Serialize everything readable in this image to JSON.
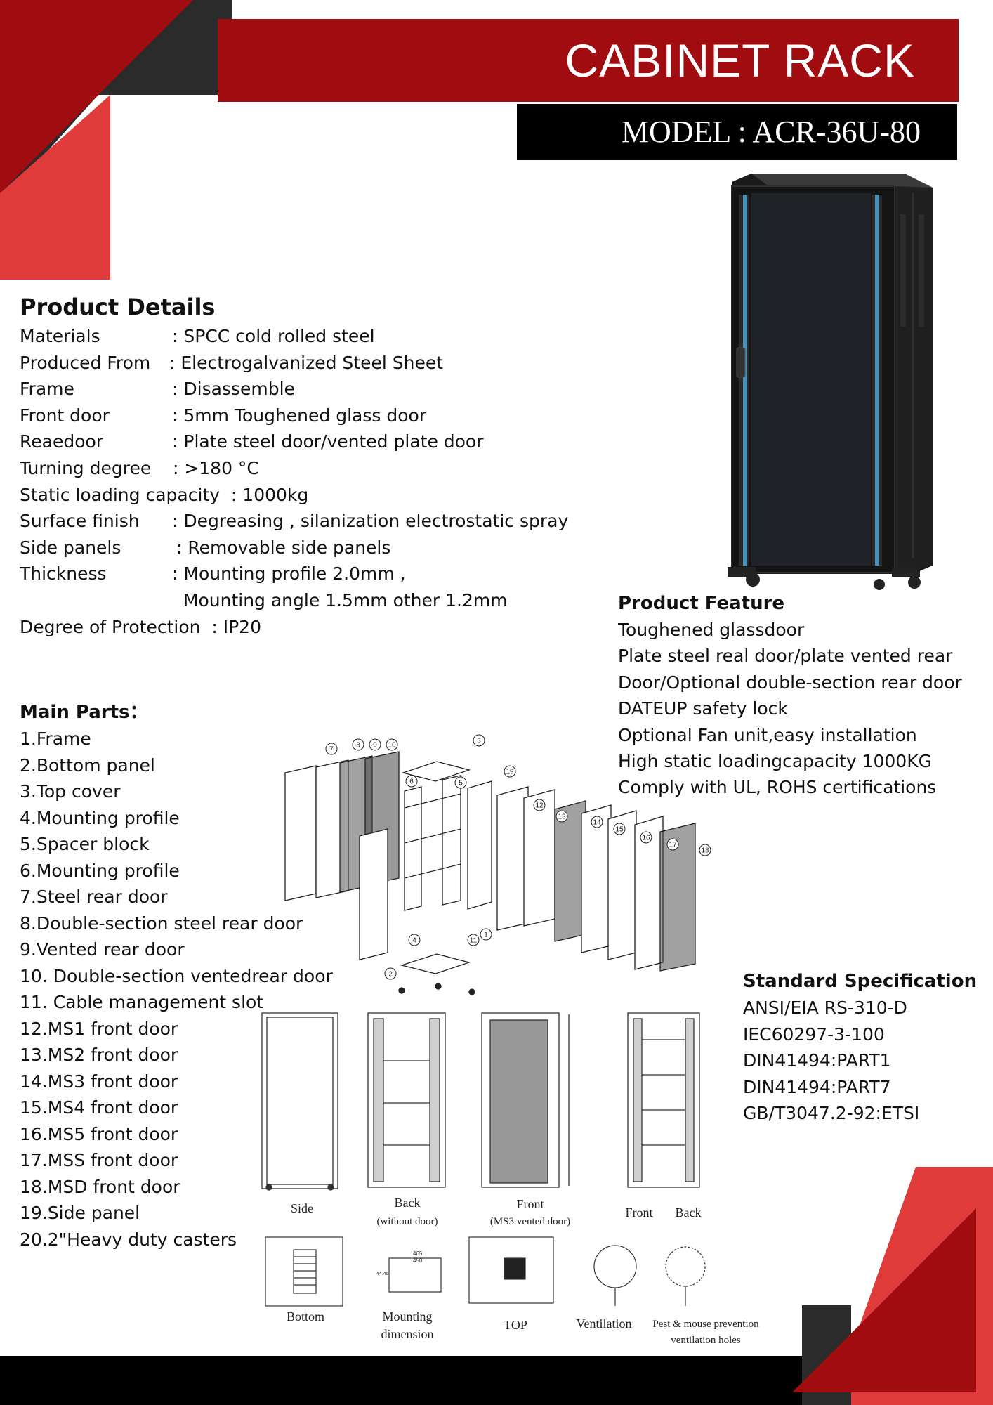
{
  "header": {
    "title": "CABINET RACK",
    "model": "MODEL : ACR-36U-80"
  },
  "colors": {
    "brand_dark_red": "#a00c10",
    "brand_red": "#e03a3a",
    "charcoal": "#2b2b2b",
    "black": "#000000"
  },
  "details": {
    "heading": "Product Details",
    "rows": [
      {
        "label": "Materials",
        "value": ": SPCC cold rolled steel"
      },
      {
        "label": "Produced From ",
        "value": ": Electrogalvanized Steel Sheet"
      },
      {
        "label": "Frame",
        "value": ": Disassemble"
      },
      {
        "label": "Front door",
        "value": ": 5mm Toughened glass door"
      },
      {
        "label": "Reaedoor",
        "value": ": Plate steel door/vented plate door"
      },
      {
        "label": "Turning degree ",
        "value": " : >180 °C"
      },
      {
        "label": "Static loading capacity ",
        "value": " : 1000kg"
      },
      {
        "label": "Surface finish",
        "value": ": Degreasing , silanization electrostatic spray"
      },
      {
        "label": "Side panels",
        "value": " : Removable side panels"
      },
      {
        "label": "Thickness",
        "value": ": Mounting profile 2.0mm ,"
      },
      {
        "label": "",
        "value": "  Mounting angle 1.5mm other 1.2mm"
      },
      {
        "label": "Degree of Protection ",
        "value": " : IP20"
      }
    ]
  },
  "feature": {
    "heading": "Product Feature",
    "items": [
      "Toughened glassdoor",
      "Plate steel real door/plate vented rear",
      "Door/Optional double-section rear door",
      "DATEUP safety lock",
      "Optional Fan unit,easy installation",
      "High static loadingcapacity 1000KG",
      "Comply with UL, ROHS certifications"
    ]
  },
  "parts": {
    "heading": "Main Parts：",
    "items": [
      "1.Frame",
      "2.Bottom panel",
      "3.Top cover",
      "4.Mounting profile",
      "5.Spacer block",
      "6.Mounting profile",
      "7.Steel rear door",
      "8.Double-section steel rear door",
      "9.Vented rear door",
      "10. Double-section ventedrear door",
      "11. Cable management slot",
      "12.MS1 front door",
      "13.MS2 front door",
      "14.MS3 front door",
      "15.MS4 front door",
      "16.MS5 front door",
      "17.MSS front door",
      "18.MSD front door",
      "19.Side panel",
      "20.2\"Heavy duty casters"
    ]
  },
  "spec": {
    "heading": "Standard Specification",
    "items": [
      "ANSI/EIA RS-310-D",
      "IEC60297-3-100",
      "DIN41494:PART1",
      "DIN41494:PART7",
      "GB/T3047.2-92:ETSI"
    ]
  },
  "diagram": {
    "callouts": [
      "1",
      "2",
      "3",
      "4",
      "5",
      "6",
      "7",
      "8",
      "9",
      "10",
      "11",
      "12",
      "13",
      "14",
      "15",
      "16",
      "17",
      "18",
      "19"
    ],
    "views": {
      "side": "Side",
      "back": "Back",
      "back_note": "(without door)",
      "front": "Front",
      "front_note": "(MS3 vented door)",
      "front2": "Front",
      "back2": "Back"
    },
    "bottom_row": {
      "bottom": "Bottom",
      "mounting": "Mounting",
      "mounting2": "dimension",
      "top": "TOP",
      "ventilation": "Ventilation",
      "pest1": "Pest & mouse prevention",
      "pest2": "ventilation holes",
      "dim1": "465",
      "dim2": "450",
      "dim3": "44.45"
    }
  }
}
